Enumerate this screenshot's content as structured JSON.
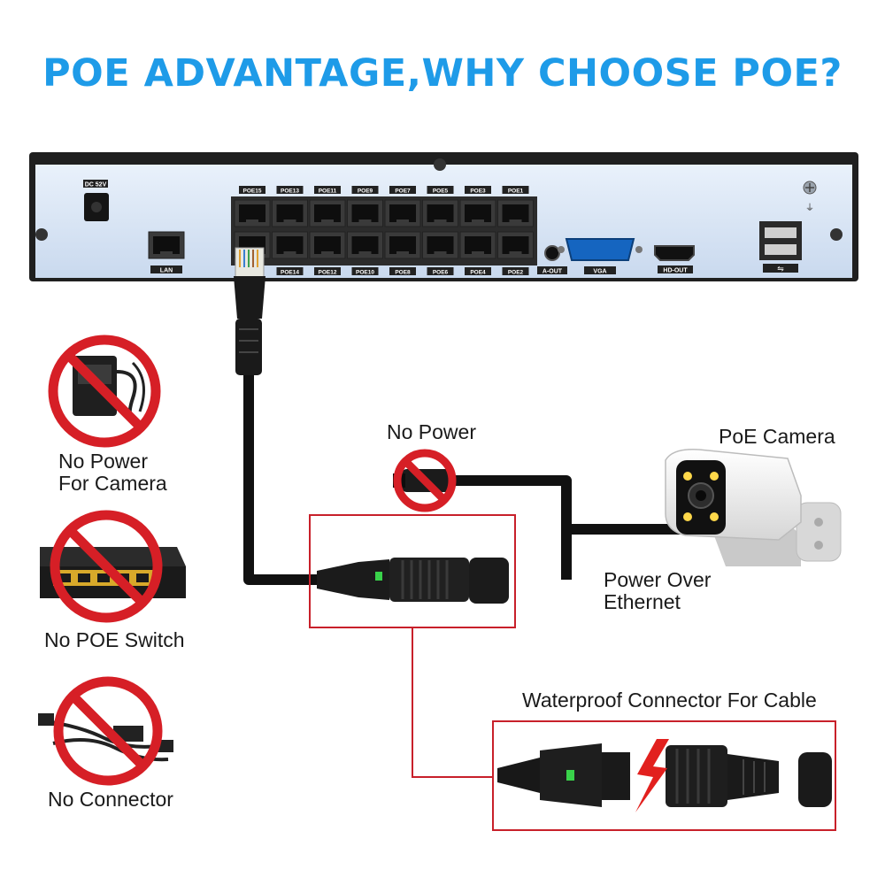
{
  "title": "POE ADVANTAGE,WHY CHOOSE POE?",
  "nvr": {
    "power_label": "DC 52V",
    "lan_label": "LAN",
    "top_ports": [
      "POE15",
      "POE13",
      "POE11",
      "POE9",
      "POE7",
      "POE5",
      "POE3",
      "POE1"
    ],
    "bottom_ports": [
      "POE14",
      "POE12",
      "POE10",
      "POE8",
      "POE6",
      "POE4",
      "POE2"
    ],
    "aout_label": "A-OUT",
    "vga_label": "VGA",
    "hdout_label": "HD-OUT"
  },
  "left_panel": {
    "items": [
      {
        "label_line1": "No Power",
        "label_line2": "For Camera",
        "icon": "power-adapter-icon"
      },
      {
        "label_line1": "No POE Switch",
        "label_line2": "",
        "icon": "poe-switch-icon"
      },
      {
        "label_line1": "No Connector",
        "label_line2": "",
        "icon": "splitter-cable-icon"
      }
    ]
  },
  "diagram": {
    "no_power_label": "No Power",
    "camera_label": "PoE Camera",
    "poe_label_line1": "Power Over",
    "poe_label_line2": "Ethernet",
    "waterproof_label": "Waterproof Connector For Cable"
  },
  "colors": {
    "title": "#1e9be8",
    "prohibited": "#d61f26",
    "highlight_box": "#c8202a",
    "cable": "#111111"
  }
}
